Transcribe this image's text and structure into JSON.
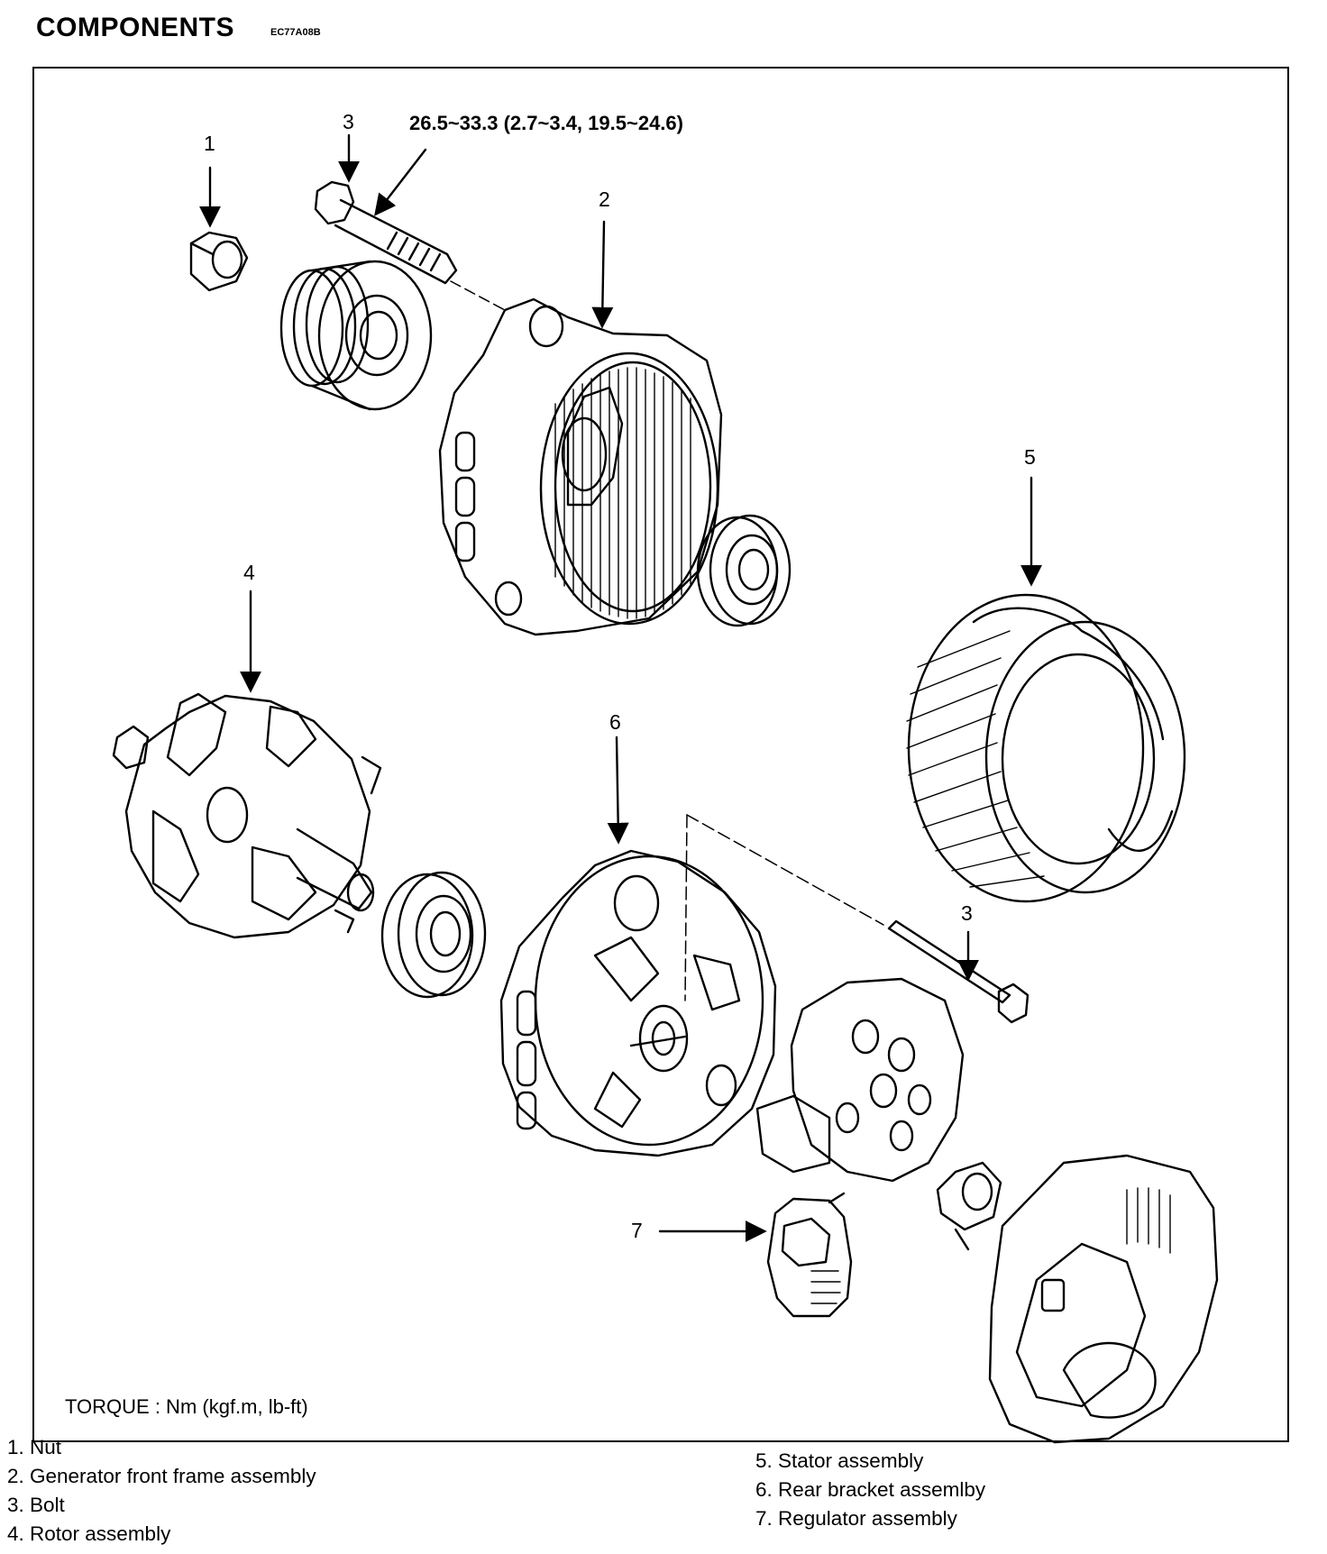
{
  "header": {
    "title": "COMPONENTS",
    "code": "EC77A08B"
  },
  "callouts": {
    "c1": "1",
    "c3_top": "3",
    "c2": "2",
    "c5": "5",
    "c4": "4",
    "c6": "6",
    "c3_right": "3",
    "c7": "7"
  },
  "torque_spec": "26.5~33.3 (2.7~3.4, 19.5~24.6)",
  "torque_note": "TORQUE : Nm (kgf.m, lb-ft)",
  "legend": {
    "items": [
      "1. Nut",
      "2. Generator front frame assembly",
      "3. Bolt",
      "4. Rotor assembly",
      "5. Stator assembly",
      "6. Rear bracket assemlby",
      "7. Regulator assembly"
    ]
  }
}
